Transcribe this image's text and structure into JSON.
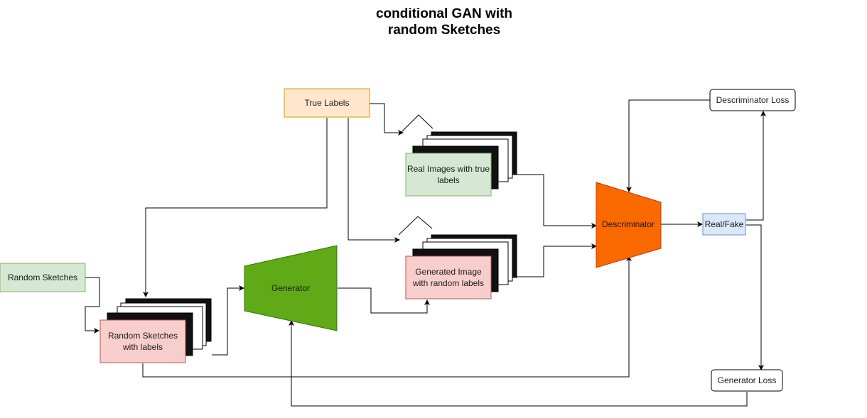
{
  "diagram": {
    "title": "conditional GAN with\nrandom Sketches",
    "nodes": {
      "true_labels": "True Labels",
      "random_sketches": "Random Sketches",
      "random_sketches_labels": [
        "Random Sketches",
        "with labels"
      ],
      "generator": "Generator",
      "real_images": [
        "Real Images with true",
        "labels"
      ],
      "generated_image": [
        "Generated Image",
        "with random labels"
      ],
      "discriminator": "Descriminator",
      "real_fake": "Real/Fake",
      "discriminator_loss": "Descriminator Loss",
      "generator_loss": "Generator Loss"
    },
    "colors": {
      "green_fill": "#d5e8d4",
      "green_stroke": "#82b366",
      "red_fill": "#f8cecc",
      "red_stroke": "#b85450",
      "orange_fill": "#ffe6cc",
      "orange_stroke": "#d79b00",
      "blue_fill": "#dae8fc",
      "blue_stroke": "#6c8ebf",
      "generator": "#60a917",
      "discriminator": "#fa6800"
    }
  }
}
